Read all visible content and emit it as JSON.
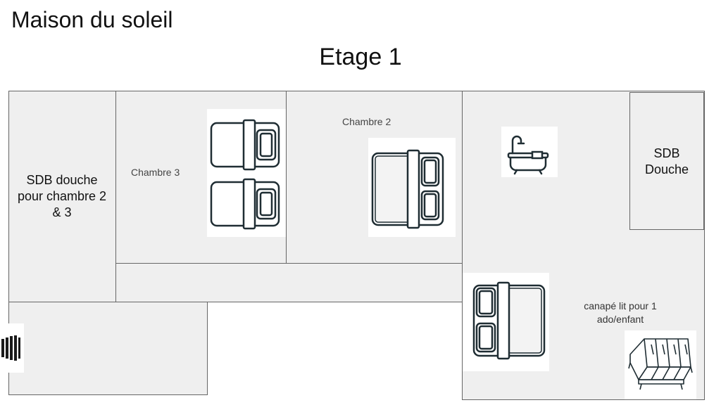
{
  "title": "Maison du soleil",
  "floor": "Etage 1",
  "rooms": {
    "sdb_left": "SDB douche pour chambre 2 & 3",
    "chambre3": "Chambre 3",
    "chambre2": "Chambre 2",
    "sdb_right_line1": "SDB",
    "sdb_right_line2": "Douche",
    "canape_line1": "canapé lit pour 1",
    "canape_line2": "ado/enfant"
  },
  "icons": [
    "single-bed-icon",
    "double-bed-icon",
    "bathtub-icon",
    "sofa-bed-icon",
    "stairs-icon"
  ],
  "colors": {
    "room_fill": "#efefef",
    "wall": "#666666",
    "furniture_stroke": "#1f2d33"
  }
}
